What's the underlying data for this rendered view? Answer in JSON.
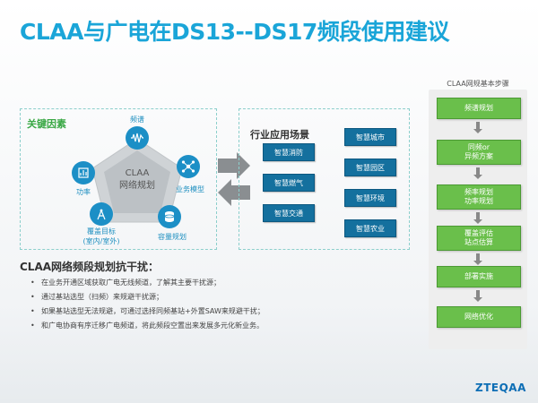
{
  "title": "CLAA与广电在DS13--DS17频段使用建议",
  "key_factors": {
    "label": "关键因素",
    "center": [
      "CLAA",
      "网络规划"
    ],
    "factors": [
      {
        "label": "频谱",
        "icon": "spectrum-icon"
      },
      {
        "label": "业务模型",
        "icon": "business-model-icon"
      },
      {
        "label": "容量规划",
        "icon": "capacity-icon"
      },
      {
        "label": "覆盖目标",
        "sub": "(室内/室外)",
        "icon": "antenna-icon"
      },
      {
        "label": "功率",
        "icon": "power-icon"
      }
    ]
  },
  "scenarios": {
    "label": "行业应用场景",
    "items": [
      "智慧消防",
      "智慧燃气",
      "智慧交通",
      "智慧城市",
      "智慧园区",
      "智慧环境",
      "智慧农业"
    ]
  },
  "interference": {
    "title": "CLAA网络频段规划抗干扰：",
    "bullets": [
      "在业务开通区域获取广电无线频道，了解其主要干扰源；",
      "通过基站选型（扫频）来规避干扰源；",
      "如果基站选型无法规避，可通过选择同频基站+外置SAW来规避干扰；",
      "和广电协商有序迁移广电频道，将此频段空置出来发展多元化新业务。"
    ]
  },
  "steps_panel": {
    "title": "CLAA网规基本步骤",
    "steps": [
      [
        "频谱规划"
      ],
      [
        "同频or",
        "异频方案"
      ],
      [
        "频率规划",
        "功率规划"
      ],
      [
        "覆盖评估",
        "站点估算"
      ],
      [
        "部署实施"
      ],
      [
        "网络优化"
      ]
    ]
  },
  "logo": "ZTEQAA",
  "colors": {
    "title": "#1aa5d8",
    "scenario": "#14709e",
    "step": "#6abf4b",
    "icon": "#1c8fc6"
  }
}
